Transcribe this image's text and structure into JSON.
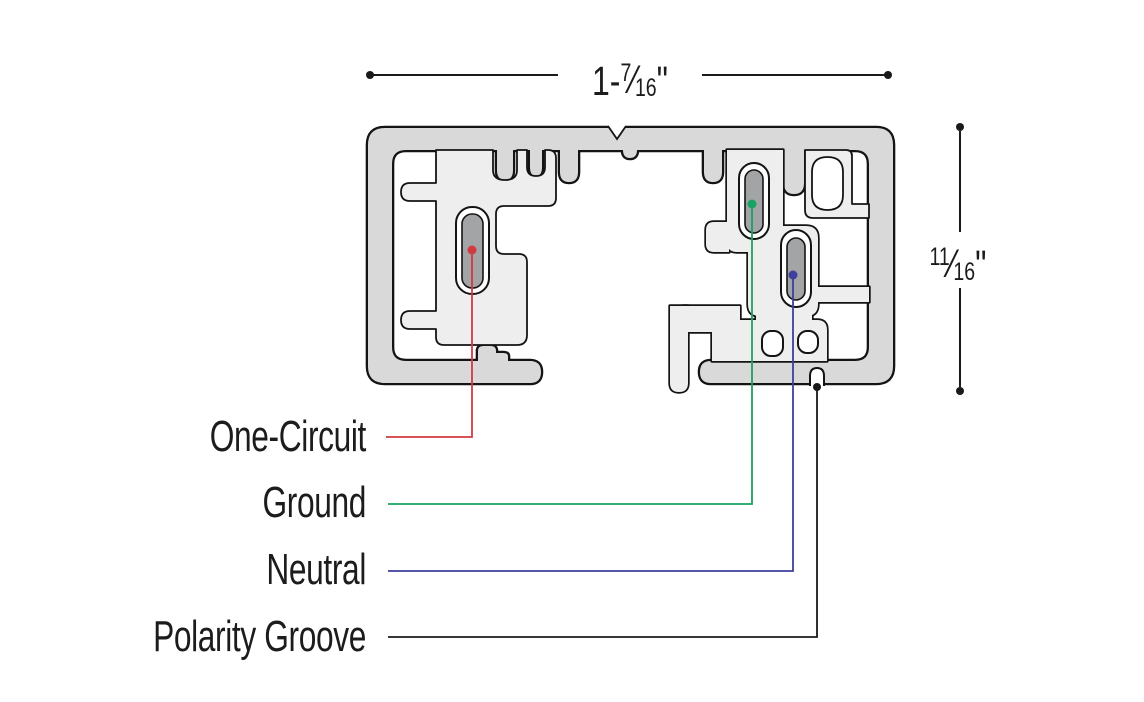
{
  "figure": {
    "type": "track-lighting-cross-section",
    "background": "#ffffff"
  },
  "dimensions": {
    "width": {
      "prefix": "1-",
      "numerator": "7",
      "slash": "⁄",
      "denominator": "16",
      "unit": "\""
    },
    "height": {
      "prefix": "",
      "numerator": "11",
      "slash": "⁄",
      "denominator": "16",
      "unit": "\""
    }
  },
  "labels": [
    {
      "label": "One-Circuit",
      "color": "#d23a42"
    },
    {
      "label": "Ground",
      "color": "#17a361"
    },
    {
      "label": "Neutral",
      "color": "#3f3f9c"
    },
    {
      "label": "Polarity Groove",
      "color": "#1a1a1a"
    }
  ],
  "colors": {
    "rail_frame": "#d9d9d9",
    "insulator": "#eeeeee",
    "conductor": "#a2a4a6",
    "outline": "#141414",
    "dimension": "#1a1a1a"
  }
}
